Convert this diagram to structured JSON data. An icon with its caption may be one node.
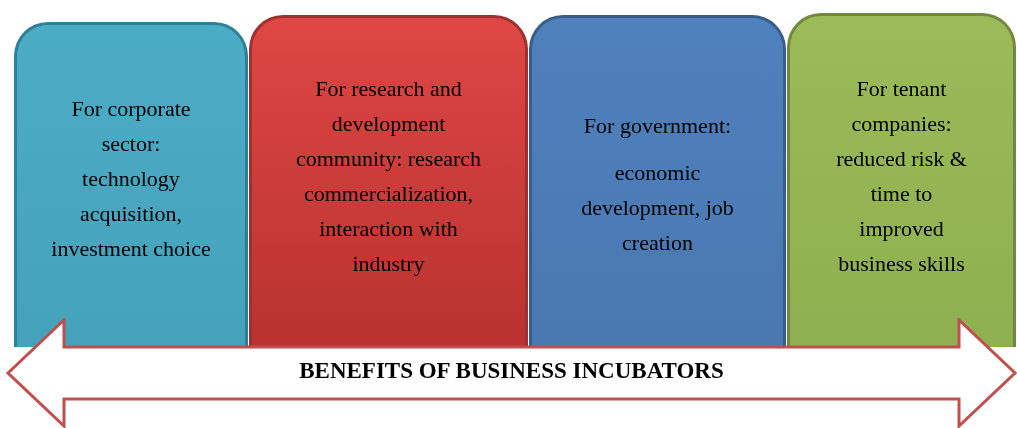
{
  "diagram": {
    "nodes": [
      {
        "text": [
          "For corporate sector: technology acquisition, investment choice"
        ]
      },
      {
        "text": [
          "For research and development community: research commercialization, interaction with industry"
        ]
      },
      {
        "text": [
          "For government:",
          "economic development, job creation"
        ]
      },
      {
        "text": [
          "For tenant companies: reduced risk & time to improved business skills"
        ]
      },
      {
        "text": [
          "BENEFITS OF BUSINESS INCUBATORS"
        ]
      }
    ]
  }
}
